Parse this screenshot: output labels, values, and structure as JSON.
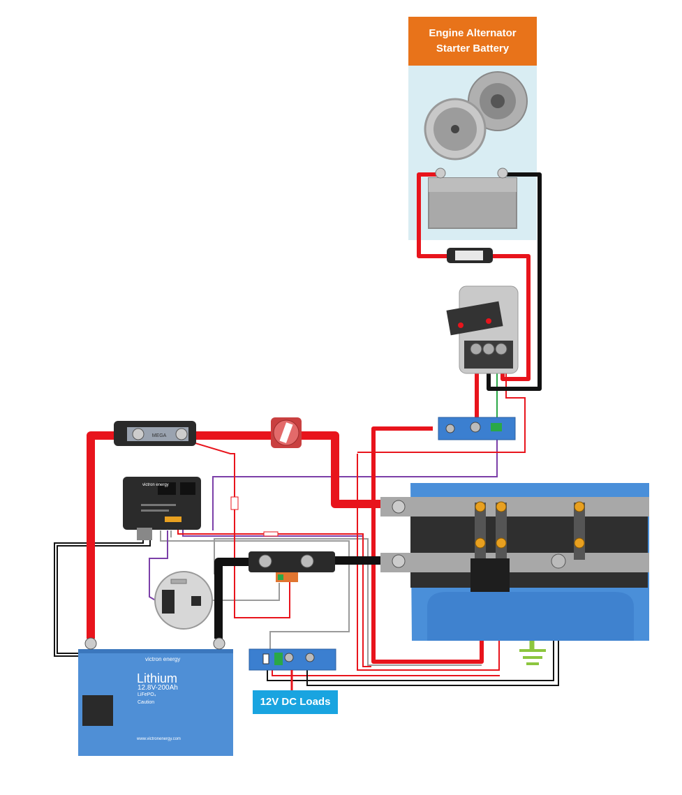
{
  "engine_panel": {
    "title_line1": "Engine Alternator",
    "title_line2": "Starter Battery"
  },
  "loads_label": "12V DC Loads",
  "lithium_battery": {
    "brand": "victron energy",
    "title": "Lithium",
    "rating": "12.8V-200Ah",
    "chemistry": "LiFePO₄",
    "caution": "Caution",
    "website": "www.victronenergy.com"
  },
  "mega_fuse": {
    "label": "MEGA"
  },
  "bms": {
    "brand": "victron energy"
  },
  "colors": {
    "positive": "#e8141c",
    "negative": "#111111",
    "signal_purple": "#7b3fa8",
    "signal_grey": "#9a9a9a",
    "signal_green": "#2aa847",
    "ground": "#8cc63f",
    "victron_blue": "#3b7fd0",
    "engine_orange": "#e8731a",
    "loads_blue": "#19a4e0"
  }
}
